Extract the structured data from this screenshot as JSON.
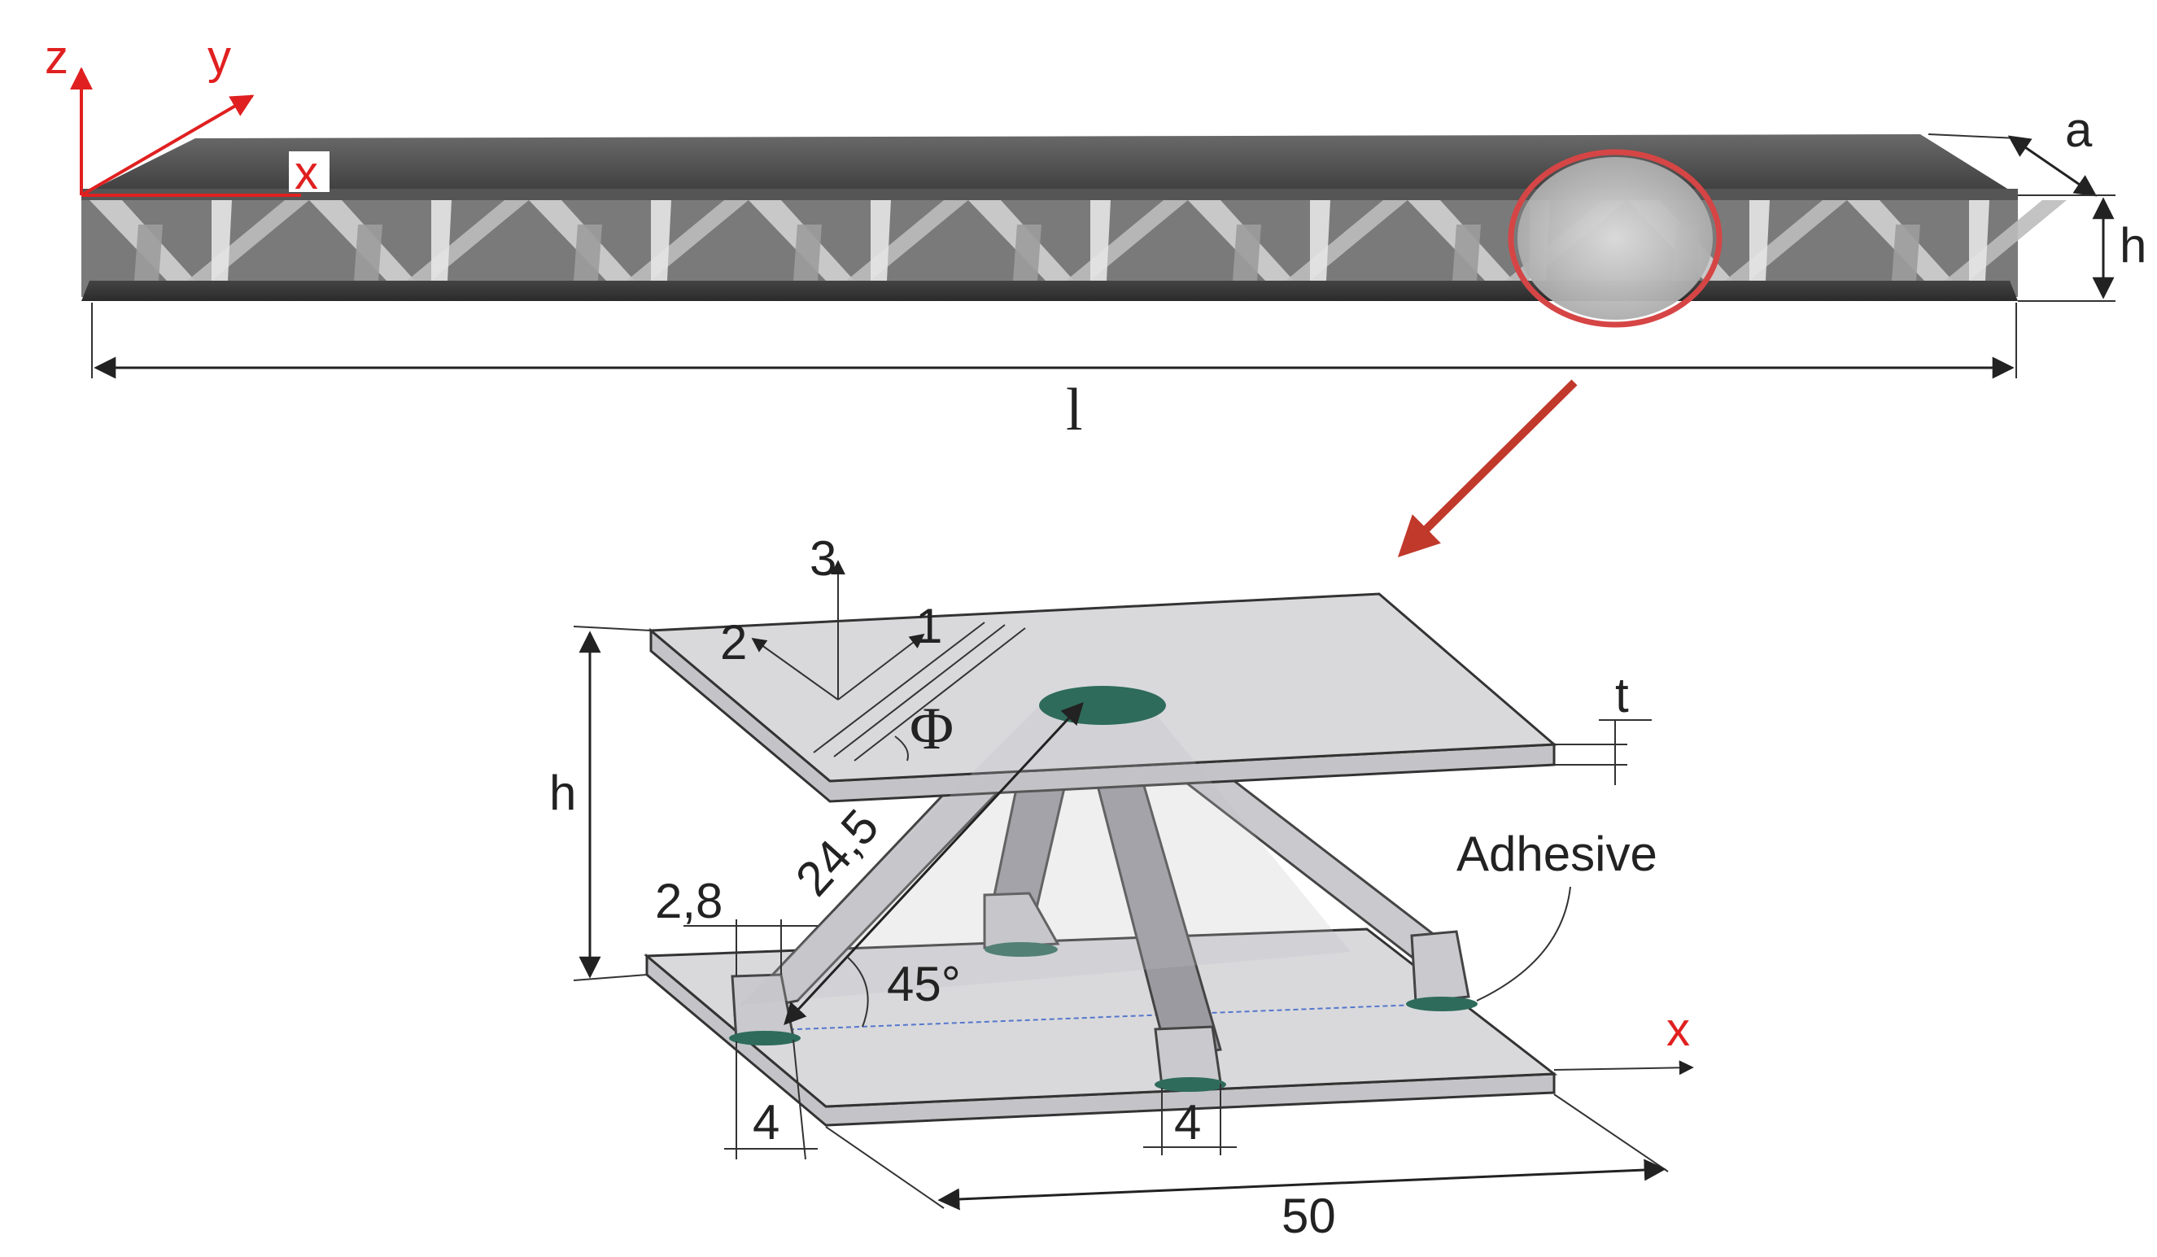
{
  "top_view": {
    "axes": {
      "z": "z",
      "y": "y",
      "x": "x"
    },
    "dims": {
      "a": "a",
      "h": "h",
      "l": "l"
    }
  },
  "detail_view": {
    "axes": {
      "n3": "3",
      "n2": "2",
      "n1": "1",
      "phi": "Φ",
      "x": "x"
    },
    "dims": {
      "h": "h",
      "t": "t",
      "strut_length": "24,5",
      "foot_width": "2,8",
      "angle": "45°",
      "foot_a": "4",
      "foot_b": "4",
      "cell_length": "50"
    },
    "callout": "Adhesive"
  },
  "colors": {
    "highlight": "#d64545",
    "axis_red": "#e02020",
    "arrow": "#c0392b",
    "adhesive": "#2e6b5a"
  }
}
